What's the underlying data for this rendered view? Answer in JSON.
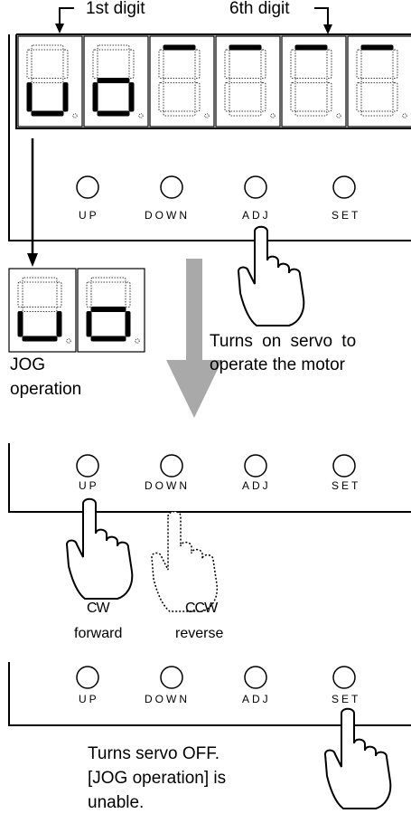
{
  "header": {
    "first_digit_label": "1st digit",
    "sixth_digit_label": "6th digit"
  },
  "buttons": {
    "up": "UP",
    "down": "DOWN",
    "adj": "ADJ",
    "set": "SET"
  },
  "display": {
    "digits": [
      {
        "position": 1,
        "lit_segments": [
          "e",
          "d",
          "c"
        ]
      },
      {
        "position": 2,
        "lit_segments": [
          "g",
          "e",
          "d",
          "c"
        ]
      },
      {
        "position": 3,
        "lit_segments": [
          "a"
        ]
      },
      {
        "position": 4,
        "lit_segments": [
          "a"
        ]
      },
      {
        "position": 5,
        "lit_segments": [
          "a"
        ]
      },
      {
        "position": 6,
        "lit_segments": [
          "a"
        ]
      }
    ],
    "jog_digits": [
      {
        "position": 1,
        "lit_segments": [
          "e",
          "d",
          "c"
        ]
      },
      {
        "position": 2,
        "lit_segments": [
          "g",
          "e",
          "d",
          "c"
        ]
      }
    ]
  },
  "notes": {
    "servo_on_line1": "Turns on servo to",
    "servo_on_line2": "operate the motor",
    "jog_label_line1": "JOG",
    "jog_label_line2": "operation",
    "cw_label": "CW",
    "forward_label": "forward",
    "ccw_label": "CCW",
    "reverse_label": "reverse",
    "servo_off_line1": "Turns servo OFF.",
    "servo_off_line2": "[JOG operation] is",
    "servo_off_line3": "unable."
  },
  "colors": {
    "lit_segment": "#000000",
    "unlit_segment_outline": "#000000",
    "big_arrow": "#a9a9a9",
    "line": "#000000"
  }
}
